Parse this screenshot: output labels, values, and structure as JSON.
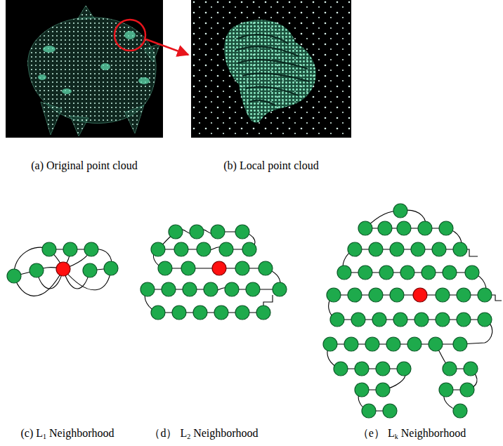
{
  "diagram": {
    "labels": [
      "(a) Original point cloud",
      "(b) Local point cloud",
      "(c) L1 Neighborhood",
      "（d） L2 Neighborhood",
      "（e） Lk Neighborhood"
    ]
  }
}
